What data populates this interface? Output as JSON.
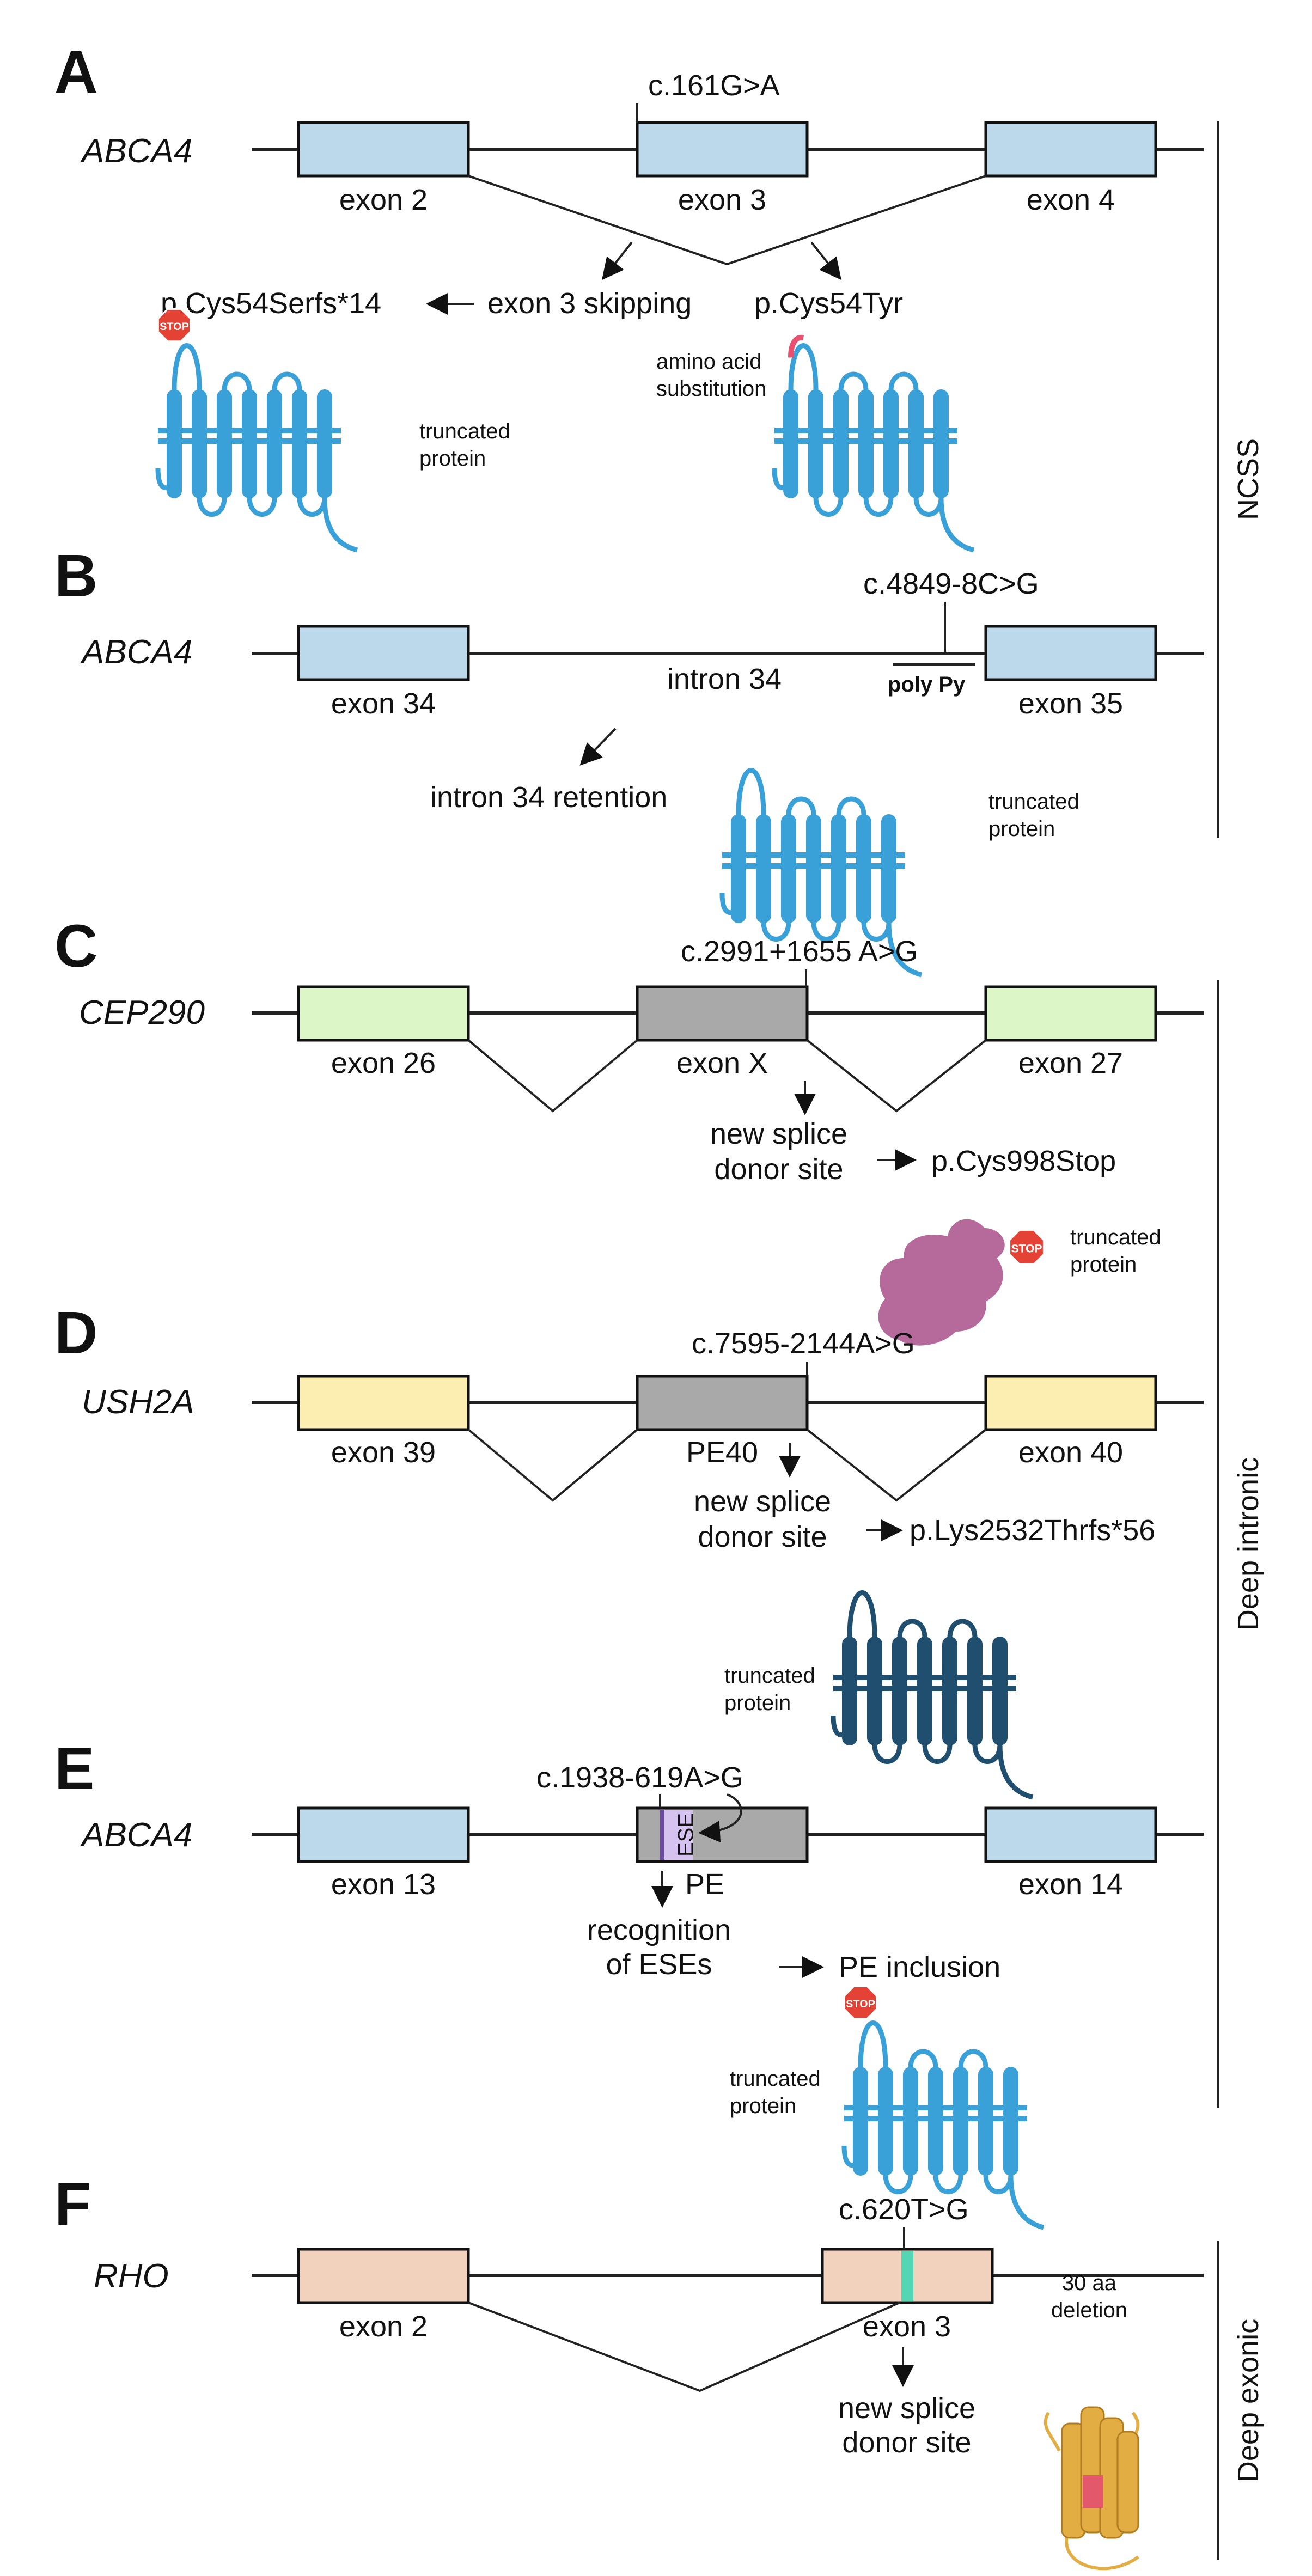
{
  "colors": {
    "abca4_exon": "#bcd9ec",
    "cep290_exon": "#dcf6c8",
    "ush2a_exon": "#fcedb0",
    "rho_exon": "#f3d2bd",
    "pseudo_exon": "#a9a9a9",
    "ese": "#d5c2ee",
    "protein_blue": "#3aa0d8",
    "protein_dark": "#1f4e6e",
    "protein_pink": "#b66a9b",
    "protein_gold": "#e2ad43",
    "stop": "#e34234",
    "variant_teal": "#52d6b4",
    "deletion_red": "#e3586a"
  },
  "panels": {
    "A": {
      "letter": "A",
      "gene": "ABCA4",
      "variant": "c.161G>A",
      "exons": [
        "exon 2",
        "exon 3",
        "exon 4"
      ],
      "skip": "exon 3 skipping",
      "fs": "p.Cys54Serfs*14",
      "missense": "p.Cys54Tyr",
      "aa_sub": [
        "amino acid",
        "substitution"
      ],
      "trunc": [
        "truncated",
        "protein"
      ]
    },
    "B": {
      "letter": "B",
      "gene": "ABCA4",
      "variant": "c.4849-8C>G",
      "exons": [
        "exon 34",
        "exon 35"
      ],
      "intron": "intron 34",
      "polypy": "poly Py",
      "retention": "intron 34 retention",
      "trunc": [
        "truncated",
        "protein"
      ]
    },
    "C": {
      "letter": "C",
      "gene": "CEP290",
      "variant": "c.2991+1655 A>G",
      "exons": [
        "exon 26",
        "exon X",
        "exon 27"
      ],
      "donor": [
        "new splice",
        "donor site"
      ],
      "effect": "p.Cys998Stop",
      "trunc": [
        "truncated",
        "protein"
      ]
    },
    "D": {
      "letter": "D",
      "gene": "USH2A",
      "variant": "c.7595-2144A>G",
      "exons": [
        "exon 39",
        "PE40",
        "exon 40"
      ],
      "donor": [
        "new splice",
        "donor site"
      ],
      "effect": "p.Lys2532Thrfs*56",
      "trunc": [
        "truncated",
        "protein"
      ]
    },
    "E": {
      "letter": "E",
      "gene": "ABCA4",
      "variant": "c.1938-619A>G",
      "exons": [
        "exon 13",
        "PE",
        "exon 14"
      ],
      "ese": "ESE",
      "recog": [
        "recognition",
        "of ESEs"
      ],
      "effect": "PE inclusion",
      "trunc": [
        "truncated",
        "protein"
      ]
    },
    "F": {
      "letter": "F",
      "gene": "RHO",
      "variant": "c.620T>G",
      "exons": [
        "exon 2",
        "exon 3"
      ],
      "donor": [
        "new splice",
        "donor site"
      ],
      "deletion": [
        "30 aa",
        "deletion"
      ]
    }
  },
  "stop_label": "STOP",
  "brackets": {
    "ncss": "NCSS",
    "deep_intronic": "Deep intronic",
    "deep_exonic": "Deep exonic"
  }
}
